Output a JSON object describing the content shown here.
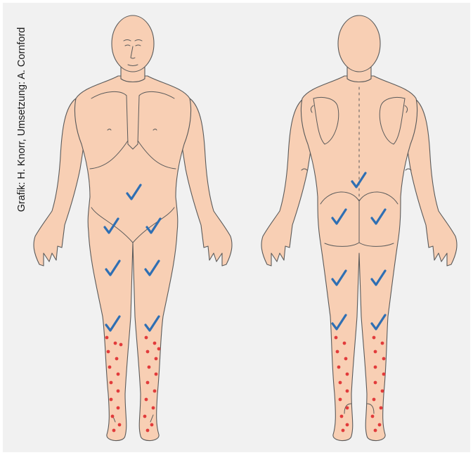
{
  "credit": "Grafik: H. Knorr, Umsetzung: A. Cornford",
  "colors": {
    "background": "#f1f1f1",
    "skin": "#f8cfb4",
    "outline": "#5a5a5a",
    "check": "#2f6fb3",
    "dot": "#e23b3b"
  },
  "views": [
    "front-view",
    "back-view"
  ],
  "markers": {
    "check_icon": "checkmark-icon",
    "dot_icon": "red-dot-icon"
  }
}
